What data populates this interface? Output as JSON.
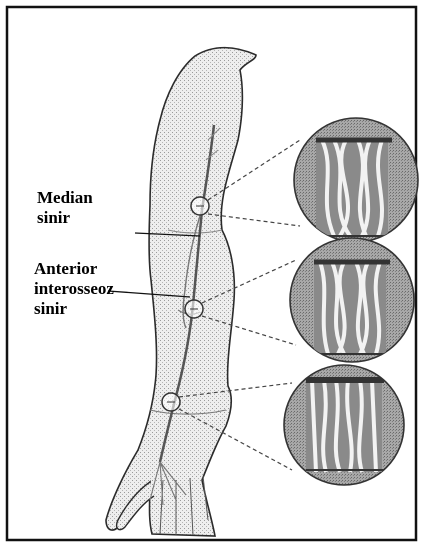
{
  "labels": {
    "median": {
      "line1": "Median",
      "line2": "sinir"
    },
    "anterior": {
      "line1": "Anterior",
      "line2": "interosseoz",
      "line3": "sinir"
    }
  },
  "colors": {
    "frame": "#111111",
    "arm_fill": "#e6e6e6",
    "arm_outline": "#2b2b2b",
    "nerve": "#555555",
    "callout": "#444444",
    "magnifier_fill": "#9a9a9a",
    "fiber": "#f2f2f2"
  },
  "icons": {
    "nerve_marker": "circle-marker-icon",
    "magnified_nerve": "magnified-nerve-bundle-icon"
  }
}
